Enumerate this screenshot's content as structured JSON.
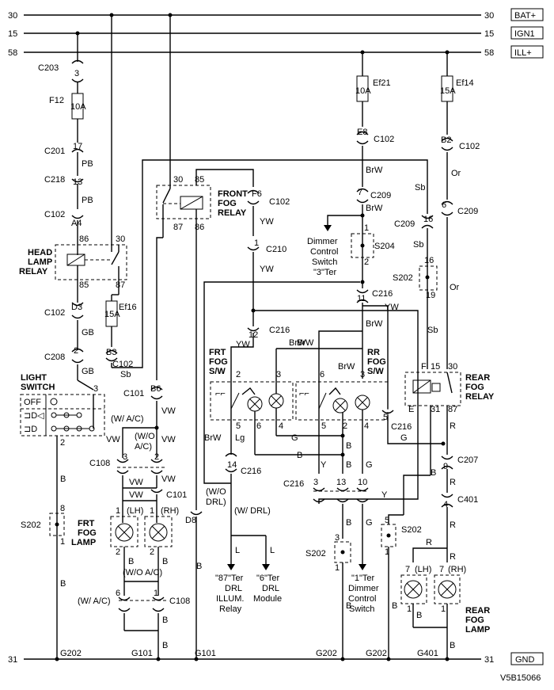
{
  "rails": {
    "r30": {
      "num": "30",
      "tag": "BAT+"
    },
    "r15": {
      "num": "15",
      "tag": "IGN1"
    },
    "r58": {
      "num": "58",
      "tag": "ILL+"
    },
    "r31": {
      "num": "31",
      "tag": "GND"
    }
  },
  "figure_code": "V5B15066",
  "connectors": {
    "c203": "C203",
    "c201": "C201",
    "c218": "C218",
    "c102": "C102",
    "c208": "C208",
    "c101": "C101",
    "c108": "C108",
    "c209": "C209",
    "c210": "C210",
    "c216": "C216",
    "c207": "C207",
    "c401": "C401",
    "s202": "S202",
    "s204": "S204"
  },
  "fuses": {
    "f12": {
      "name": "F12",
      "rating": "10A"
    },
    "ef16": {
      "name": "Ef16",
      "rating": "15A"
    },
    "ef21": {
      "name": "Ef21",
      "rating": "10A"
    },
    "ef14": {
      "name": "Ef14",
      "rating": "15A"
    }
  },
  "components": {
    "head_lamp_relay": [
      "HEAD",
      "LAMP",
      "RELAY"
    ],
    "front_fog_relay": [
      "FRONT",
      "FOG",
      "RELAY"
    ],
    "rear_fog_relay": [
      "REAR",
      "FOG",
      "RELAY"
    ],
    "light_switch": [
      "LIGHT",
      "SWITCH"
    ],
    "frt_fog_sw": [
      "FRT",
      "FOG",
      "S/W"
    ],
    "rr_fog_sw": [
      "RR",
      "FOG",
      "S/W"
    ],
    "frt_fog_lamp": [
      "FRT",
      "FOG",
      "LAMP"
    ],
    "rear_fog_lamp": [
      "REAR",
      "FOG",
      "LAMP"
    ],
    "dimmer_switch": [
      "Dimmer",
      "Control",
      "Switch",
      "\"3\"Ter"
    ],
    "dimmer_1ter": [
      "\"1\"Ter",
      "Dimmer",
      "Control",
      "Switch"
    ],
    "drl_relay": [
      "\"87\"Ter",
      "DRL",
      "ILLUM.",
      "Relay"
    ],
    "drl_module": [
      "\"6\"Ter",
      "DRL",
      "Module"
    ],
    "switch_off": "OFF",
    "lh": "(LH)",
    "rh": "(RH)"
  },
  "grounds": {
    "g202a": "G202",
    "g101a": "G101",
    "g101b": "G101",
    "g202b": "G202",
    "g202c": "G202",
    "g401": "G401"
  },
  "wire_colors": {
    "pb": "PB",
    "gb": "GB",
    "vw": "VW",
    "brw": "BrW",
    "yw": "YW",
    "sb": "Sb",
    "or": "Or",
    "b": "B",
    "g": "G",
    "lg": "Lg",
    "y": "Y",
    "r": "R",
    "l": "L"
  },
  "options": {
    "w_ac": "(W/ A/C)",
    "wo_ac_a": "(W/O",
    "wo_ac_b": "A/C)",
    "wo_ac": "(W/O A/C)",
    "wo_drl_a": "(W/O",
    "wo_drl_b": "DRL)",
    "w_drl": "(W/ DRL)"
  },
  "pins": {
    "p3": "3",
    "p17": "17",
    "p13": "13",
    "a4": "A4",
    "p86": "86",
    "p30": "30",
    "p85": "85",
    "p87": "87",
    "d3": "D3",
    "p2": "2",
    "b3": "B3",
    "b6": "B6",
    "f6": "F6",
    "p1": "1",
    "e8": "E8",
    "p7": "7",
    "p16": "16",
    "p6": "6",
    "b2": "B2",
    "p11": "11",
    "p12": "12",
    "p19": "19",
    "p14": "14",
    "p5": "5",
    "p4": "4",
    "p9": "9",
    "p10": "10",
    "p8": "8",
    "d8": "D8",
    "pF": "F",
    "p15": "15",
    "pE": "E",
    "p31": "31"
  }
}
